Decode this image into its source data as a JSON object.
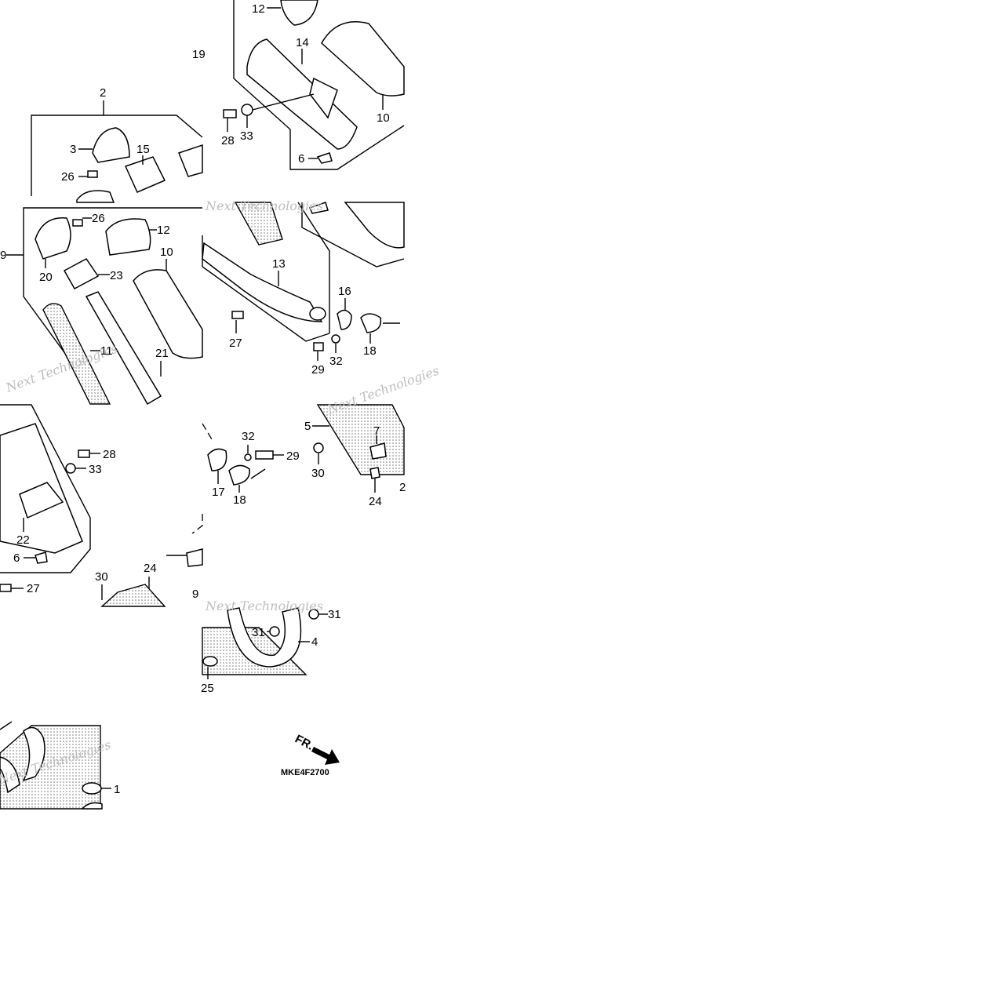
{
  "diagram": {
    "callouts": [
      "12",
      "19",
      "14",
      "2",
      "3",
      "15",
      "26",
      "10",
      "28",
      "33",
      "6",
      "26",
      "12",
      "9",
      "20",
      "23",
      "10",
      "13",
      "16",
      "11",
      "21",
      "27",
      "29",
      "32",
      "18",
      "28",
      "33",
      "22",
      "6",
      "27",
      "32",
      "29",
      "17",
      "18",
      "5",
      "7",
      "30",
      "24",
      "2",
      "30",
      "24",
      "9",
      "31",
      "31",
      "4",
      "25",
      "1"
    ],
    "watermark_text": "Next Technologies",
    "direction_label": "FR.",
    "diagram_code": "MKE4F2700"
  }
}
